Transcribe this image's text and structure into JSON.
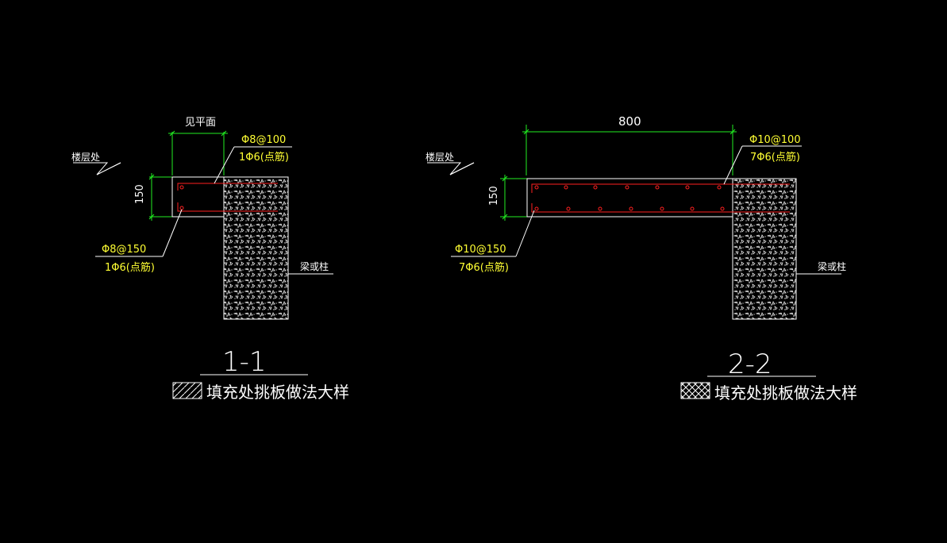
{
  "detail_1": {
    "level_label": "楼层处",
    "dim_top": "见平面",
    "dim_side": "150",
    "top_bar": "Φ8@100",
    "top_dist": "1Φ6(点筋)",
    "bot_bar": "Φ8@150",
    "bot_dist": "1Φ6(点筋)",
    "support_label": "梁或柱",
    "section_no": "1-1",
    "caption": "填充处挑板做法大样"
  },
  "detail_2": {
    "level_label": "楼层处",
    "dim_top": "800",
    "dim_side": "150",
    "top_bar": "Φ10@100",
    "top_dist": "7Φ6(点筋)",
    "bot_bar": "Φ10@150",
    "bot_dist": "7Φ6(点筋)",
    "support_label": "梁或柱",
    "section_no": "2-2",
    "caption": "填充处挑板做法大样"
  },
  "colors": {
    "background": "#000000",
    "line": "#ffffff",
    "dimension": "#22ee22",
    "rebar": "#ff2020",
    "rebar_text": "#ffff33"
  }
}
